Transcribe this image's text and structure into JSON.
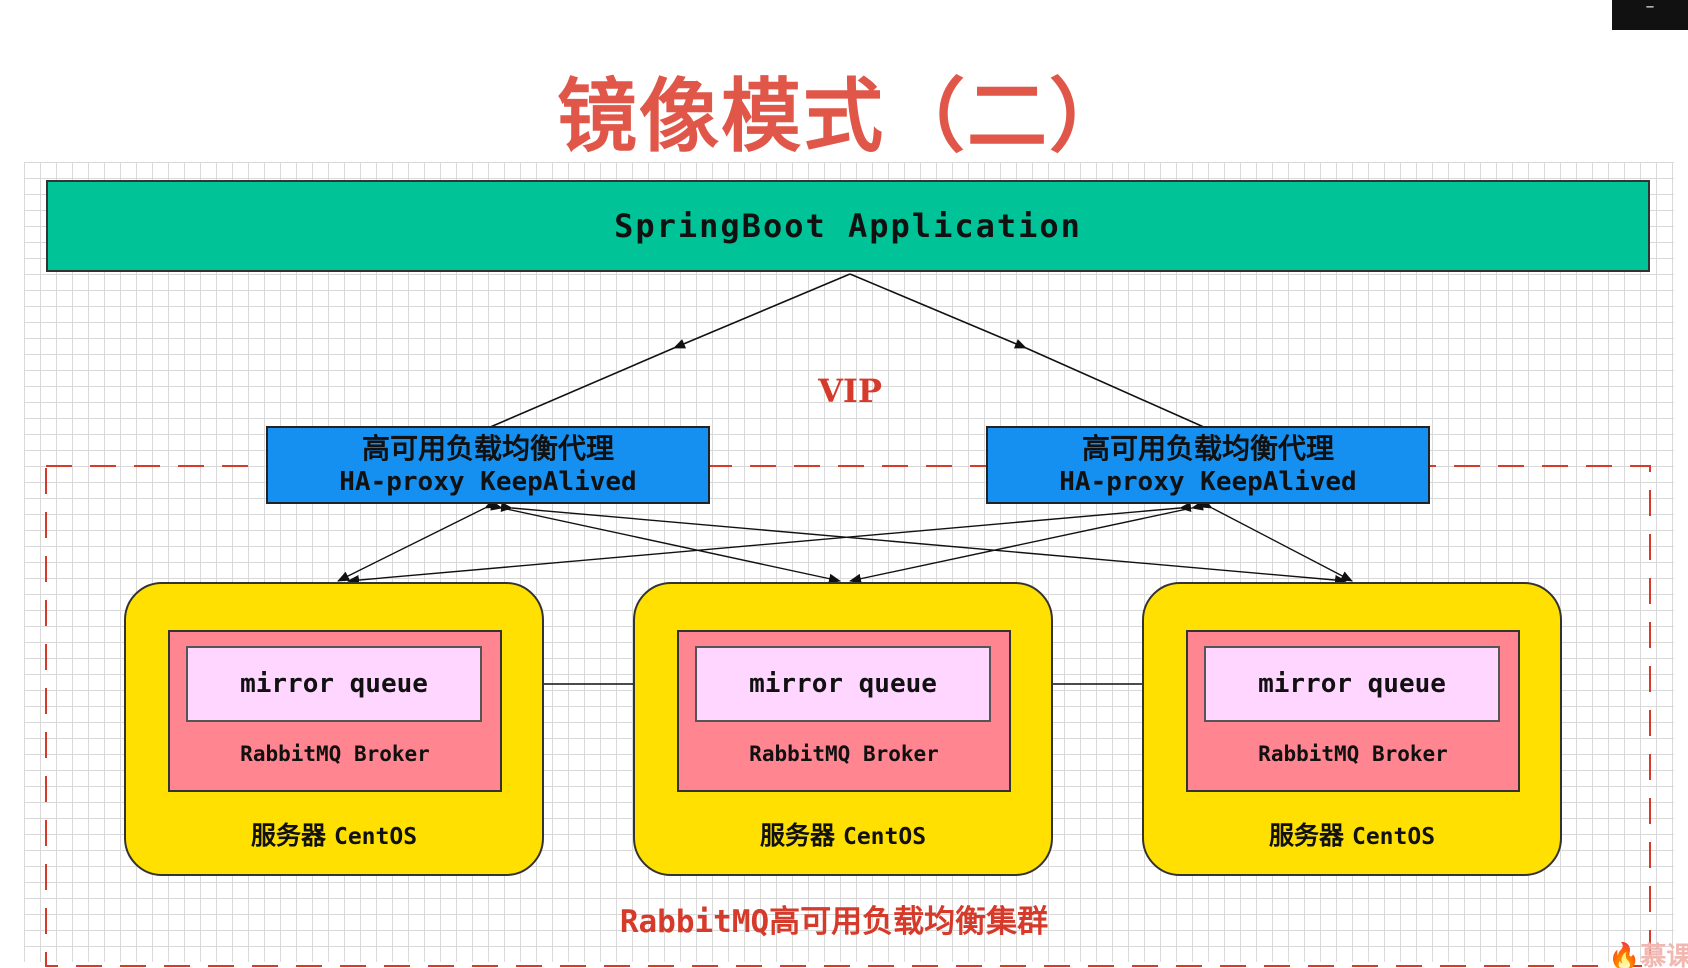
{
  "title": "镜像模式（二）",
  "app": {
    "label": "SpringBoot Application"
  },
  "vip_label": "VIP",
  "proxies": [
    {
      "cn": "高可用负载均衡代理",
      "en": "HA-proxy KeepAlived"
    },
    {
      "cn": "高可用负载均衡代理",
      "en": "HA-proxy KeepAlived"
    }
  ],
  "servers": [
    {
      "queue": "mirror queue",
      "broker": "RabbitMQ Broker",
      "cn": "服务器",
      "os": "CentOS"
    },
    {
      "queue": "mirror queue",
      "broker": "RabbitMQ Broker",
      "cn": "服务器",
      "os": "CentOS"
    },
    {
      "queue": "mirror queue",
      "broker": "RabbitMQ Broker",
      "cn": "服务器",
      "os": "CentOS"
    }
  ],
  "cluster_label": "RabbitMQ高可用负载均衡集群",
  "watermark": "慕课",
  "colors": {
    "title": "#e0574a",
    "app": "#00c497",
    "proxy": "#1590f0",
    "server": "#ffe000",
    "broker": "#ff8590",
    "queue": "#ffd6ff",
    "cluster_border": "#d63a2a"
  }
}
